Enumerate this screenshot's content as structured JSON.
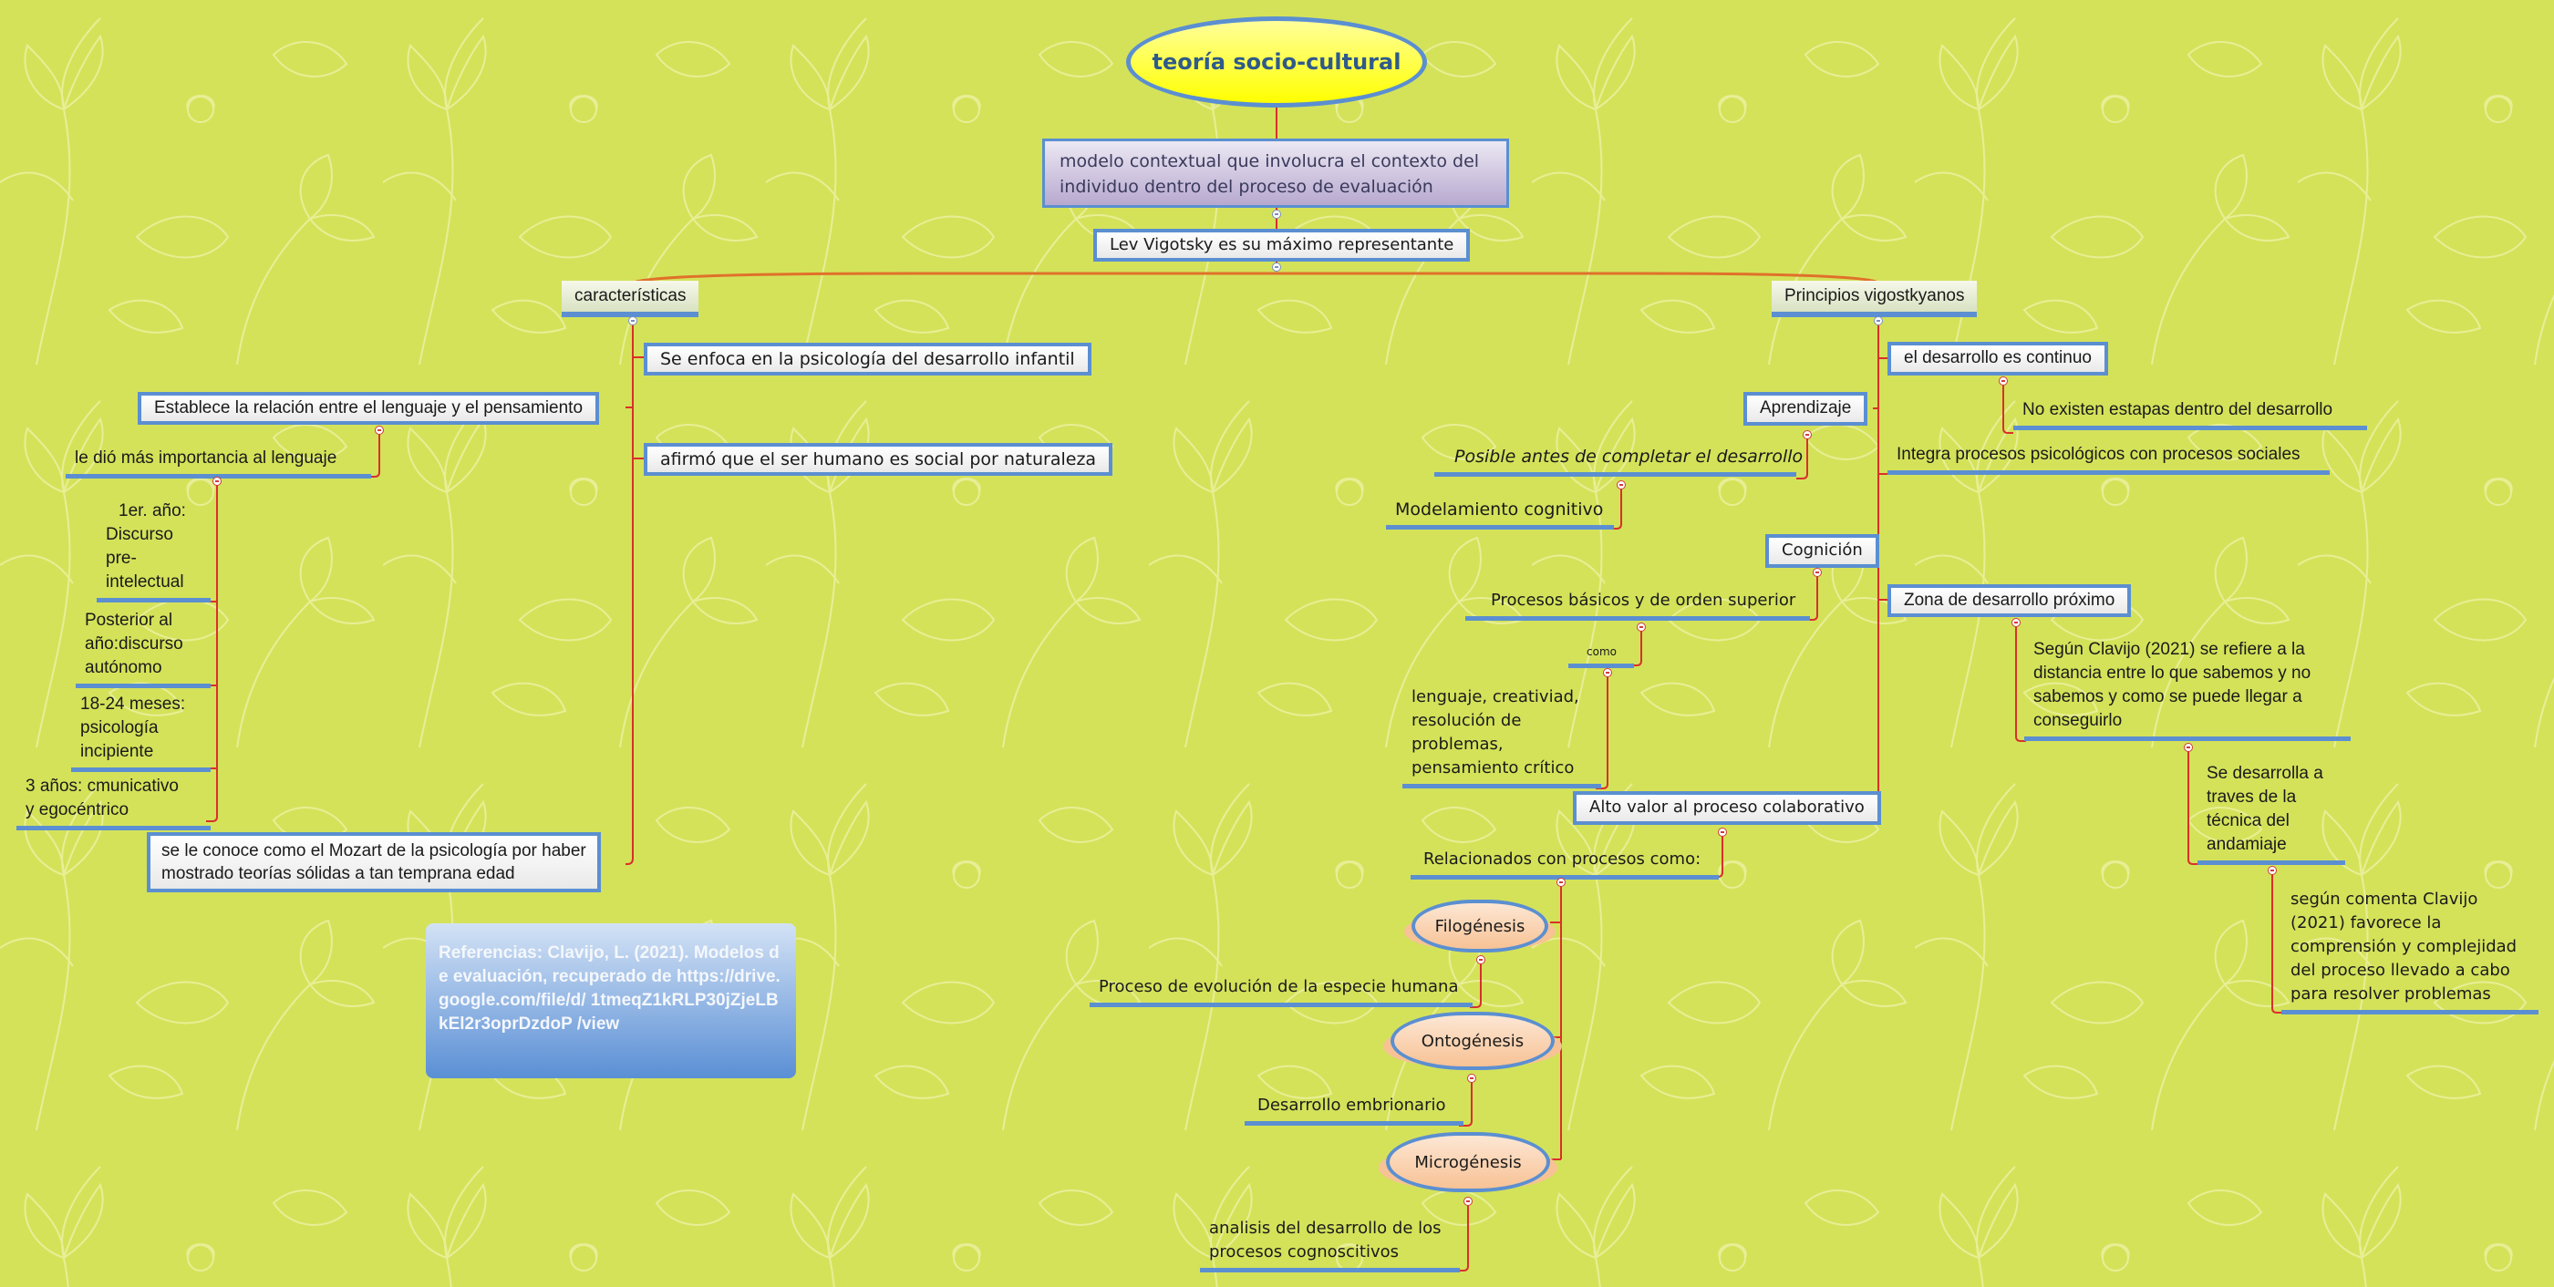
{
  "background": {
    "color": "#d4e25a",
    "pattern": "floral-line-art",
    "pattern_color": "#f2f5b0"
  },
  "colors": {
    "border_blue": "#5b8fd1",
    "connector_red": "#d9302a",
    "root_fill": "#ffff00",
    "cloud_fill": "#f7c295",
    "purple_fill": "#b7a9cf"
  },
  "root": {
    "title": "teoría socio-cultural"
  },
  "definition": {
    "line1": "modelo contextual que involucra el contexto del",
    "line2": "individuo dentro del proceso de evaluación"
  },
  "representative": {
    "label": "Lev Vigotsky es su máximo representante"
  },
  "left_branch": {
    "title": "características",
    "items": {
      "enfoca": "Se enfoca en la psicología del desarrollo infantil",
      "relacion": "Establece  la relación entre el lenguaje y el pensamiento",
      "social": "afirmó que el ser humano es social por naturaleza",
      "importancia": "le dió más importancia al lenguaje",
      "mozart_1": "se le conoce como el Mozart de la psicología por haber",
      "mozart_2": "mostrado teorías sólidas a tan temprana edad"
    },
    "stages": [
      {
        "lines": [
          "1er. año:",
          "Discurso",
          "pre-",
          "intelectual"
        ]
      },
      {
        "lines": [
          "Posterior al",
          "año:discurso",
          "autónomo"
        ]
      },
      {
        "lines": [
          "18-24 meses:",
          "psicología",
          "incipiente"
        ]
      },
      {
        "lines": [
          "3 años: cmunicativo",
          "y egocéntrico"
        ]
      }
    ]
  },
  "right_branch": {
    "title": "Principios vigostkyanos",
    "continuo": "el desarrollo es continuo",
    "no_etapas": "No existen estapas dentro del desarrollo",
    "aprendizaje": "Aprendizaje",
    "posible": "Posible antes de completar el desarrollo",
    "modelamiento": "Modelamiento cognitivo",
    "integra": "Integra procesos psicológicos con procesos sociales",
    "cognicion": "Cognición",
    "procesos_basicos": "Procesos básicos y de orden superior",
    "como": "como",
    "ejemplos": [
      "lenguaje, creativiad,",
      "resolución de",
      "problemas,",
      "pensamiento crítico"
    ],
    "zona": "Zona de desarrollo próximo",
    "zona_def": [
      "Según Clavijo (2021) se refiere a la",
      "distancia entre lo que sabemos y no",
      "sabemos y como se puede llegar a",
      "conseguirlo"
    ],
    "andamiaje": [
      "Se desarrolla a",
      "traves de la",
      "técnica del",
      "andamiaje"
    ],
    "favorece": [
      " según comenta Clavijo",
      "(2021) favorece la",
      "comprensión y complejidad",
      "del proceso llevado a cabo",
      "para resolver problemas"
    ],
    "colaborativo": "Alto valor al proceso colaborativo",
    "relacionados": "Relacionados con procesos como:",
    "filogenesis": "Filogénesis",
    "filogenesis_def": "Proceso de evolución de la especie humana",
    "ontogenesis": "Ontogénesis",
    "ontogenesis_def": "Desarrollo embrionario",
    "microgenesis": "Microgénesis",
    "microgenesis_def": [
      "analisis del desarrollo de los",
      "procesos cognoscitivos"
    ]
  },
  "reference": {
    "text": "Referencias: Clavijo, L. (2021). Modelos de evaluación, recuperado de https://drive.google.com/file/d/ 1tmeqZ1kRLP30jZjeLBkEl2r3oprDzdoP /view"
  }
}
